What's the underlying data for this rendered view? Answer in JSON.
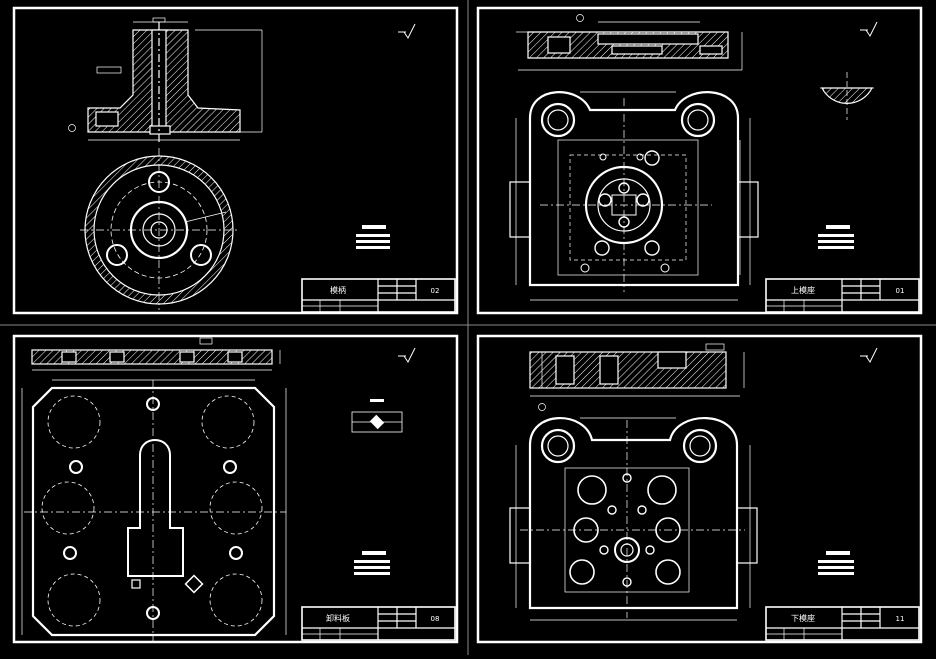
{
  "canvas": {
    "background": "#000000",
    "line_color": "#ffffff",
    "divider_color": "#8a8a8a"
  },
  "sheets": [
    {
      "part_name": "模柄",
      "sheet_no": "02"
    },
    {
      "part_name": "上模座",
      "sheet_no": "01"
    },
    {
      "part_name": "卸料板",
      "sheet_no": "08"
    },
    {
      "part_name": "下模座",
      "sheet_no": "11"
    }
  ]
}
